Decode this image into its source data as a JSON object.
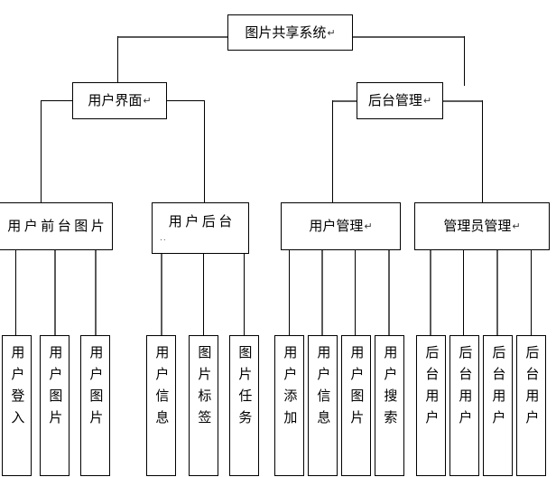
{
  "diagram": {
    "title": "图片共享系统",
    "type": "organization-hierarchy-chart",
    "return_mark": "↵",
    "root": {
      "label": "图片共享系统"
    },
    "level2": [
      {
        "label": "用户界面"
      },
      {
        "label": "后台管理"
      }
    ],
    "level3": [
      {
        "label": "用户前台图片",
        "subline": ""
      },
      {
        "label": "用户后台",
        "subline": ".."
      },
      {
        "label": "用户管理",
        "subline": ""
      },
      {
        "label": "管理员管理",
        "subline": ""
      }
    ],
    "leaves": {
      "group1": [
        {
          "label": "用户登入"
        },
        {
          "label": "用户图片"
        },
        {
          "label": "用户图片"
        }
      ],
      "group2": [
        {
          "label": "用户信息"
        },
        {
          "label": "图片标签"
        },
        {
          "label": "图片任务"
        }
      ],
      "group3": [
        {
          "label": "用户添加"
        },
        {
          "label": "用户信息"
        },
        {
          "label": "用户图片"
        },
        {
          "label": "用户搜索"
        }
      ],
      "group4": [
        {
          "label": "后台用户"
        },
        {
          "label": "后台用户"
        },
        {
          "label": "后台用户"
        },
        {
          "label": "后台用户"
        }
      ]
    },
    "colors": {
      "stroke": "#000000",
      "stroke_grey": "#5a5a5a",
      "background": "#ffffff",
      "text": "#000000"
    }
  }
}
